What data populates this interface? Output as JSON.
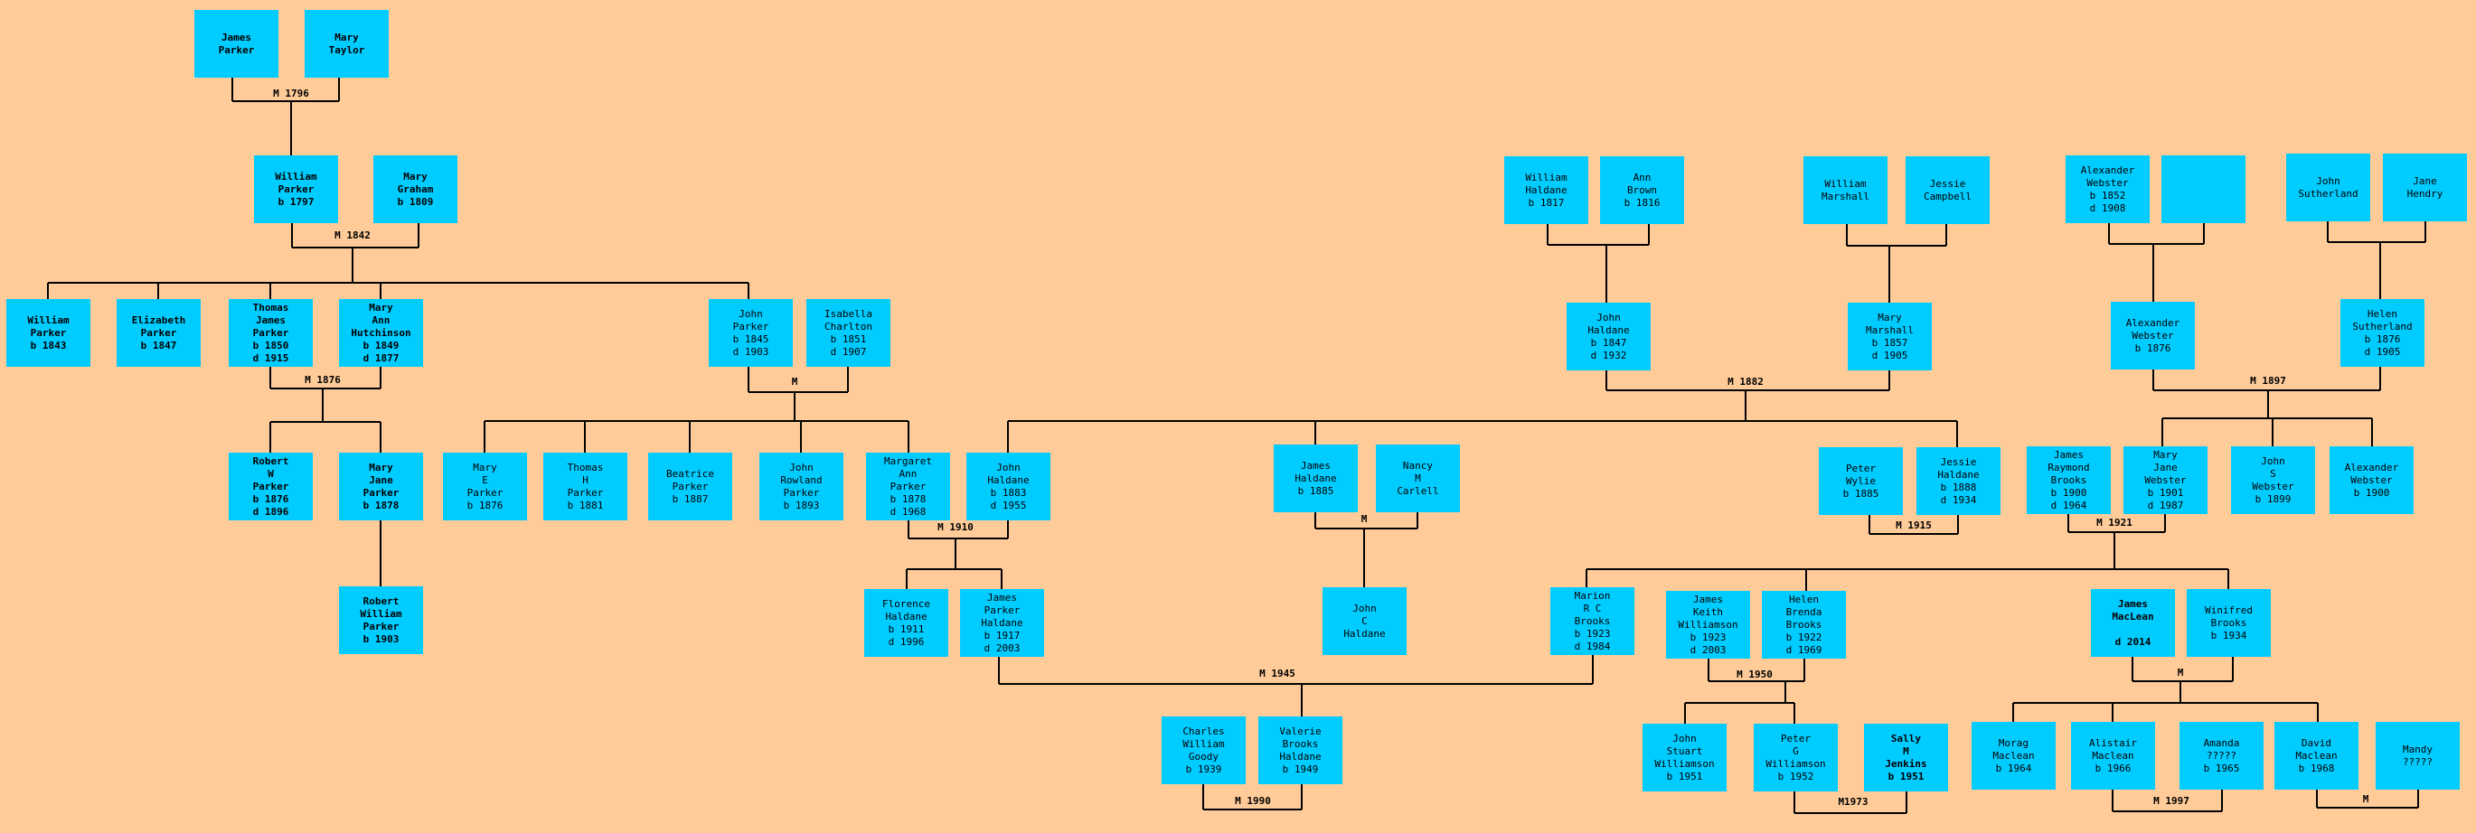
{
  "people": {
    "james_parker": "James\nParker",
    "mary_taylor": "Mary\nTaylor",
    "william_parker_1797": "William\nParker\nb 1797",
    "mary_graham": "Mary\nGraham\nb 1809",
    "william_parker_1843": "William\nParker\nb 1843",
    "elizabeth_parker": "Elizabeth\nParker\nb 1847",
    "thomas_james_parker": "Thomas\nJames\nParker\nb 1850\nd 1915",
    "mary_ann_hutchinson": "Mary\nAnn\nHutchinson\nb 1849\nd 1877",
    "john_parker_1845": "John\nParker\nb 1845\nd 1903",
    "isabella_charlton": "Isabella\nCharlton\nb 1851\nd 1907",
    "robert_w_parker": "Robert\nW\nParker\nb 1876\nd 1896",
    "mary_jane_parker": "Mary\nJane\nParker\nb 1878",
    "robert_william_parker": "Robert\nWilliam\nParker\nb 1903",
    "mary_e_parker": "Mary\nE\nParker\nb 1876",
    "thomas_h_parker": "Thomas\nH\nParker\nb 1881",
    "beatrice_parker": "Beatrice\nParker\nb 1887",
    "john_rowland_parker": "John\nRowland\nParker\nb 1893",
    "margaret_ann_parker": "Margaret\nAnn\nParker\nb 1878\nd 1968",
    "john_haldane_1883": "John\nHaldane\nb 1883\nd 1955",
    "florence_haldane": "Florence\nHaldane\nb 1911\nd 1996",
    "james_parker_haldane": "James\nParker\nHaldane\nb 1917\nd 2003",
    "charles_william_goody": "Charles\nWilliam\nGoody\nb 1939",
    "valerie_brooks_haldane": "Valerie\nBrooks\nHaldane\nb 1949",
    "william_haldane": "William\nHaldane\nb 1817",
    "ann_brown": "Ann\nBrown\nb 1816",
    "william_marshall": "William\nMarshall",
    "jessie_campbell": "Jessie\nCampbell",
    "john_haldane_1847": "John\nHaldane\nb 1847\nd 1932",
    "mary_marshall": "Mary\nMarshall\nb 1857\nd 1905",
    "james_haldane_1885": "James\nHaldane\nb 1885",
    "nancy_m_carlell": "Nancy\nM\nCarlell",
    "john_c_haldane": "John\nC\nHaldane",
    "peter_wylie": "Peter\nWylie\nb 1885",
    "jessie_haldane": "Jessie\nHaldane\nb 1888\nd 1934",
    "marion_r_c_brooks": "Marion\nR C\nBrooks\nb 1923\nd 1984",
    "james_keith_williamson": "James\nKeith\nWilliamson\nb 1923\nd 2003",
    "helen_brenda_brooks": "Helen\nBrenda\nBrooks\nb 1922\nd 1969",
    "john_stuart_williamson": "John\nStuart\nWilliamson\nb 1951",
    "peter_g_williamson": "Peter\nG\nWilliamson\nb 1952",
    "sally_m_jenkins": "Sally\nM\nJenkins\nb 1951",
    "alexander_webster_1852": "Alexander\nWebster\nb 1852\nd 1908",
    "unknown_spouse": "",
    "john_sutherland": "John\nSutherland",
    "jane_hendry": "Jane\nHendry",
    "alexander_webster_1876": "Alexander\nWebster\nb 1876",
    "helen_sutherland": "Helen\nSutherland\nb 1876\nd 1905",
    "james_raymond_brooks": "James\nRaymond\nBrooks\nb 1900\nd 1964",
    "mary_jane_webster": "Mary\nJane\nWebster\nb 1901\nd 1987",
    "john_s_webster": "John\nS\nWebster\nb 1899",
    "alexander_webster_1900": "Alexander\nWebster\nb 1900",
    "james_maclean": "James\nMacLean\n\nd 2014",
    "winifred_brooks": "Winifred\nBrooks\nb 1934",
    "morag_maclean": "Morag\nMaclean\nb 1964",
    "alistair_maclean": "Alistair\nMaclean\nb 1966",
    "amanda": "Amanda\n?????\nb 1965",
    "david_maclean": "David\nMaclean\nb 1968",
    "mandy": "Mandy\n?????"
  },
  "marriages": {
    "m1796": "M 1796",
    "m1842": "M 1842",
    "m1876": "M 1876",
    "m_parker_charlton": "M",
    "m1910": "M 1910",
    "m1945": "M 1945",
    "m1990": "M 1990",
    "m1882": "M 1882",
    "m_haldane_carlell": "M",
    "m1915": "M 1915",
    "m1950": "M 1950",
    "m1973": "M1973",
    "m1897": "M 1897",
    "m1921": "M 1921",
    "m_maclean_brooks": "M",
    "m1997": "M 1997",
    "m_david_mandy": "M"
  },
  "colors": {
    "background": "#ffcc99",
    "box": "#00ccff",
    "line": "#000000"
  }
}
